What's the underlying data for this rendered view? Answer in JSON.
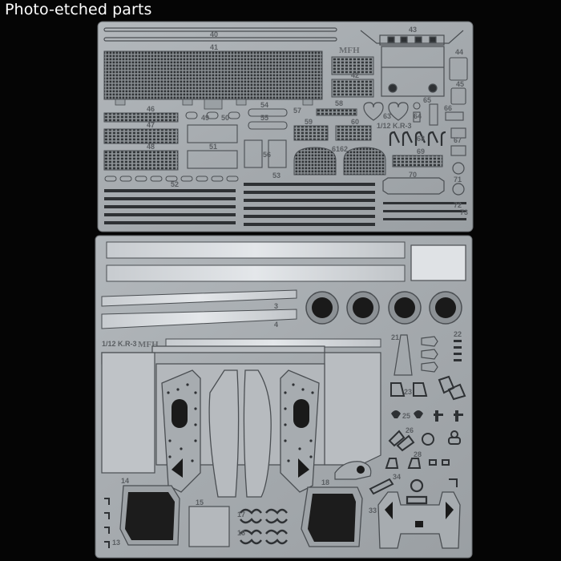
{
  "caption": "Photo-etched parts",
  "sheets": {
    "upper": {
      "brand": "MFH",
      "scale_label": "1/12 K.R-3"
    },
    "lower": {
      "brand": "MFH",
      "scale_label": "1/12 K.R-3"
    }
  },
  "colors": {
    "background": "#050505",
    "sheet": "#a8adb1",
    "etched_line": "#4a4e52",
    "dark_hole": "#1a1a1a"
  }
}
